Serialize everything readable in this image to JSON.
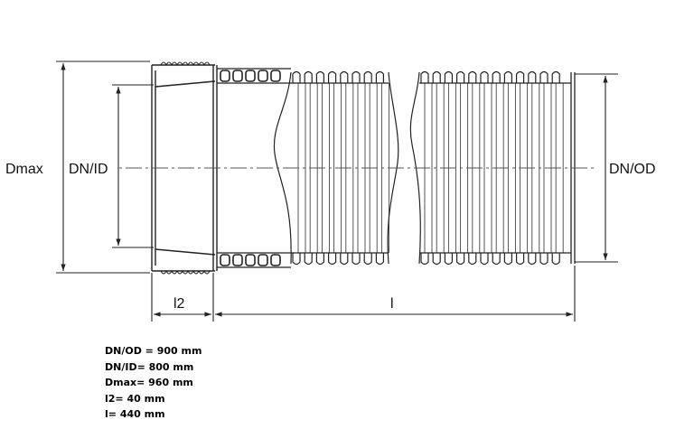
{
  "labels": {
    "dmax": "Dmax",
    "dn_id": "DN/ID",
    "dn_od": "DN/OD",
    "l2": "l2",
    "l": "l"
  },
  "specs": [
    "DN/OD = 900 mm",
    "DN/ID= 800 mm",
    "Dmax= 960 mm",
    "l2= 40 mm",
    "l= 440 mm"
  ],
  "colors": {
    "line": "#222222",
    "background": "#ffffff"
  }
}
